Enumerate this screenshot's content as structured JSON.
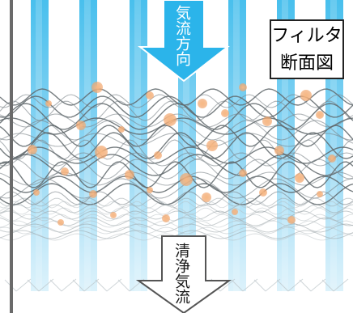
{
  "filter_label": {
    "line1": "フィルタ",
    "line2": "断面図"
  },
  "airflow_direction_label": "気流方向",
  "clean_air_label": "清浄気流",
  "colors": {
    "airflow_blue": "#2bb4ea",
    "column_blue": "#7fd0f2",
    "fiber_gray": "#6d7478",
    "particle_orange": "#f2a46a",
    "wall_gray": "#6a6a6a"
  },
  "icons": [
    "down-arrow-blue",
    "down-arrow-outline"
  ]
}
